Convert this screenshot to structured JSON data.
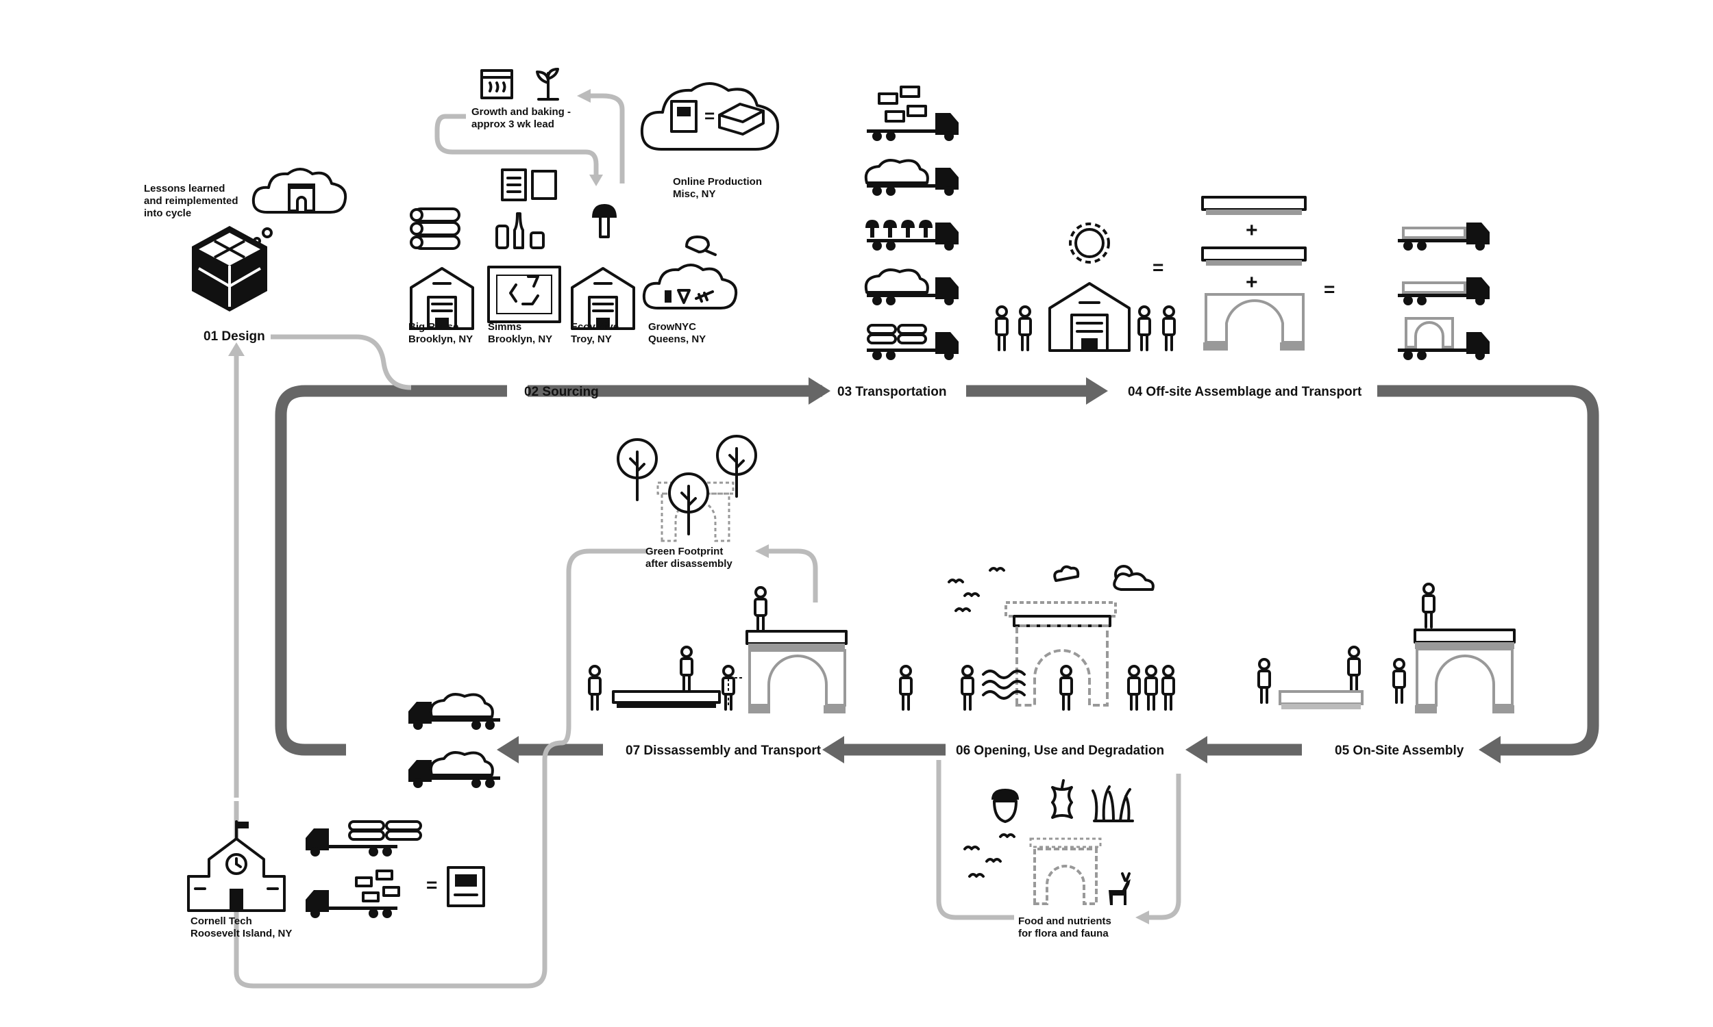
{
  "stages": {
    "design": "01 Design",
    "sourcing": "02 Sourcing",
    "transportation": "03 Transportation",
    "offsite": "04 Off-site Assemblage and Transport",
    "onsite": "05 On-Site Assembly",
    "opening": "06 Opening, Use and Degradation",
    "disassembly": "07 Dissassembly and Transport"
  },
  "notes": {
    "lessons": [
      "Lessons learned",
      "and reimplemented",
      "into cycle"
    ],
    "growth": [
      "Growth and baking -",
      "approx 3 wk lead"
    ],
    "online": [
      "Online Production",
      "Misc, NY"
    ],
    "green": [
      "Green Footprint",
      "after disassembly"
    ],
    "food": [
      "Food and nutrients",
      "for flora and fauna"
    ],
    "cornell": [
      "Cornell Tech",
      "Roosevelt Island, NY"
    ]
  },
  "sources": [
    {
      "name": "Big Reuse",
      "location": "Brooklyn, NY"
    },
    {
      "name": "Simms",
      "location": "Brooklyn, NY"
    },
    {
      "name": "Ecovative",
      "location": "Troy, NY"
    },
    {
      "name": "GrowNYC",
      "location": "Queens, NY"
    }
  ],
  "symbols": {
    "plus": "+",
    "equals": "="
  },
  "colors": {
    "dark_path": "#666666",
    "light_path": "#bbbbbb",
    "ink": "#111111"
  }
}
